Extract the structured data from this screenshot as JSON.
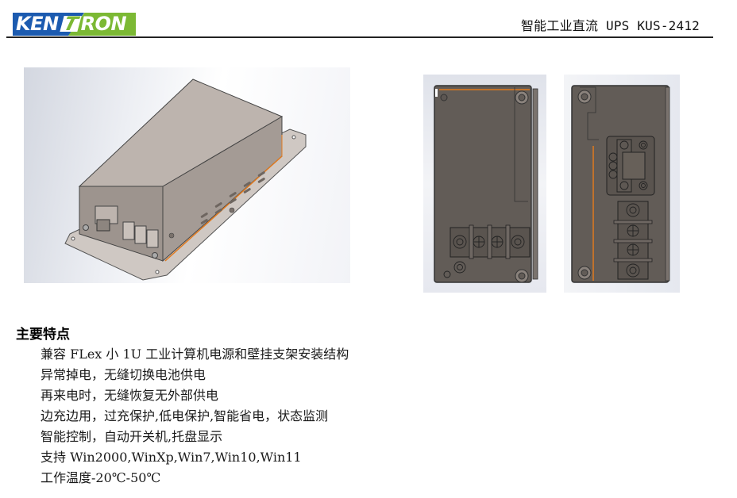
{
  "header": {
    "logo": {
      "text_left": "KEN",
      "text_mid": "T",
      "text_right": "RON",
      "colors": {
        "blue": "#1c5bb0",
        "green": "#7cb934"
      }
    },
    "title": "智能工业直流 UPS KUS-2412"
  },
  "images": [
    {
      "name": "isometric-view",
      "description": "3D isometric render of UPS enclosure"
    },
    {
      "name": "front-panel-view",
      "description": "Front panel with terminal block"
    },
    {
      "name": "rear-panel-view",
      "description": "Rear panel with connector and terminal block"
    }
  ],
  "features": {
    "title": "主要特点",
    "items": [
      "兼容 FLex 小 1U 工业计算机电源和壁挂支架安装结构",
      "异常掉电，无缝切换电池供电",
      "再来电时，无缝恢复无外部供电",
      "边充边用，过充保护,低电保护,智能省电，状态监测",
      "智能控制，自动开关机,托盘显示",
      "支持 Win2000,WinXp,Win7,Win10,Win11",
      "工作温度-20℃-50℃"
    ]
  },
  "colors": {
    "enclosure": "#6b6560",
    "enclosure_light": "#b9b1ab",
    "accent_edge": "#e07a1f",
    "rule": "#222222"
  }
}
